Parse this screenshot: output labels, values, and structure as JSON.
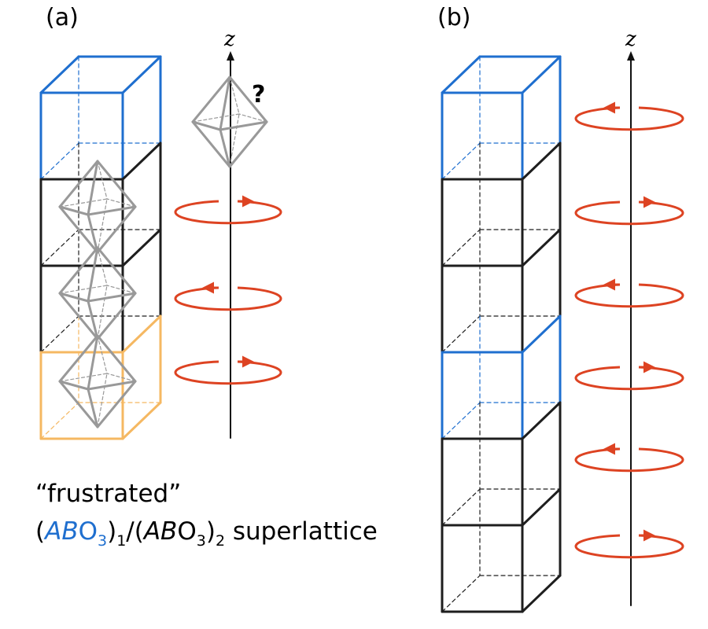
{
  "colors": {
    "blue": "#1f6fcf",
    "black": "#1e1e1e",
    "orange": "#f5b862",
    "octahedron": "#999999",
    "rotation": "#dd4322",
    "axis": "#111111"
  },
  "panels": {
    "a": {
      "label": "(a)"
    },
    "b": {
      "label": "(b)"
    }
  },
  "axis_label": "z",
  "question_mark": "?",
  "caption": {
    "line1": "“frustrated”",
    "f_open1": "(",
    "f_ab1": "AB",
    "f_o1": "O",
    "f_sub3a": "3",
    "f_close1": ")",
    "f_sub1": "1",
    "f_slash": "/(",
    "f_ab2": "AB",
    "f_o2": "O",
    "f_sub3b": "3",
    "f_close2": ")",
    "f_sub2": "2",
    "f_tail": " superlattice"
  },
  "stacks": {
    "a_layers": [
      "blue",
      "black",
      "black",
      "orange"
    ],
    "b_layers": [
      "blue",
      "black",
      "black",
      "blue",
      "black",
      "black"
    ]
  },
  "rotations": {
    "a": [
      "right",
      "left",
      "right"
    ],
    "b": [
      "left",
      "right",
      "left",
      "right",
      "left",
      "right"
    ]
  }
}
